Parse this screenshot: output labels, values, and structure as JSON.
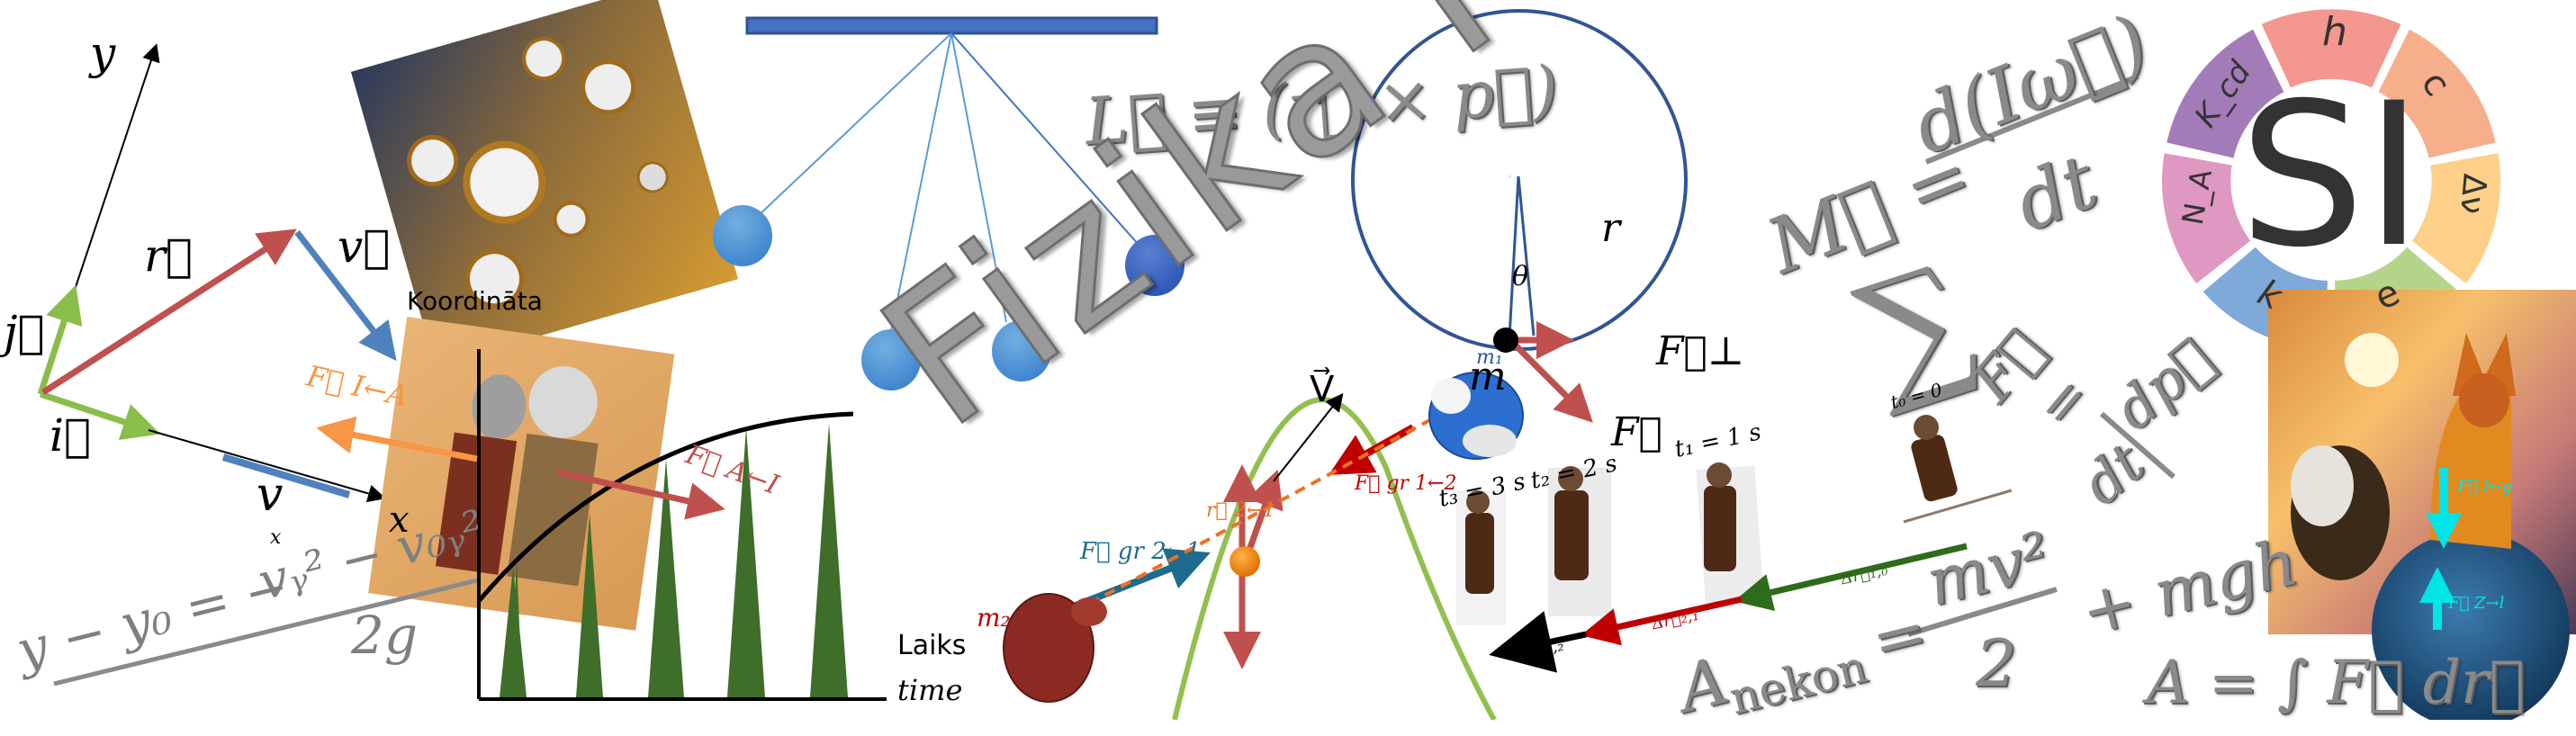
{
  "title": "Fizika I",
  "colors": {
    "pendulum_bar": "#4472c4",
    "pendulum_ball_light": "#5b9bd5",
    "pendulum_ball_dark": "#3a63c2",
    "vector_red": "#c0504d",
    "vector_blue": "#4f81bd",
    "vector_green": "#8bbd4a",
    "vector_orange": "#f79646",
    "formula_grey": "#7f7f7f",
    "circle_blue": "#2f5597",
    "parabola_green": "#92c050",
    "fox_arrow_cyan": "#00e5e5",
    "si_segments": [
      "#f4978e",
      "#f6ae8b",
      "#fcd089",
      "#b5d48b",
      "#7ea9d8",
      "#df98c2",
      "#a27bb8"
    ]
  },
  "kinematics_diagram": {
    "axis_y": "y",
    "unit_j": "j⃗",
    "unit_i": "i⃗",
    "position_vector": "r⃗",
    "velocity_vector": "v⃗",
    "velocity_x_component": "v",
    "velocity_x_subscript": "x",
    "axis_x": "x"
  },
  "formulas": {
    "trajectory_lhs": "y − y₀ = −",
    "trajectory_num": "vᵧ² − v₀ᵧ²",
    "trajectory_den": "2g",
    "angular_momentum": "L⃗ ≡ (r⃗ × p⃗)",
    "torque_lhs": "M⃗ =",
    "torque_num": "d(Iω⃗)",
    "torque_den": "dt",
    "newton_sum": "∑",
    "newton_force": "F⃗",
    "newton_eq": "=",
    "newton_num": "dp⃗",
    "newton_den": "dt",
    "energy_lhs": "A",
    "energy_sub": "nekon",
    "energy_eq": "=",
    "energy_num": "mv²",
    "energy_den": "2",
    "energy_tail": "+ mgh",
    "work": "A = ∫ F⃗ dr⃗"
  },
  "coordinate_chart": {
    "y_label": "Koordināta",
    "x_label_lv": "Laiks",
    "x_label_en": "time"
  },
  "third_law_picture": {
    "force_left": "F⃗ I←A",
    "force_right": "F⃗ A←I"
  },
  "circular_motion": {
    "radius": "r",
    "angle": "θ",
    "mass": "m",
    "force_perp": "F⃗⊥",
    "force": "F⃗"
  },
  "gravitation": {
    "velocity": "V⃗",
    "mass_1": "m₁",
    "mass_2": "m₂",
    "force_on_2": "F⃗ gr 2←1",
    "force_on_1": "F⃗ gr 1←2",
    "separation": "r⃗ 2←1"
  },
  "newton_walk": {
    "t0": "t₀ = 0",
    "t1": "t₁ = 1 s",
    "t2": "t₂ = 2 s",
    "t3": "t₃ = 3 s",
    "dr10": "Δr⃗₁,₀",
    "dr21": "Δr⃗₂,₁",
    "dr32": "Δr⃗₃,₂"
  },
  "si_wheel": {
    "center": "SI",
    "segments": [
      "h",
      "c",
      "Δν",
      "e",
      "k",
      "N_A",
      "K_cd"
    ]
  },
  "fox_picture": {
    "gravity_force": "F⃗ l←g",
    "normal_force": "F⃗ Z→l"
  }
}
